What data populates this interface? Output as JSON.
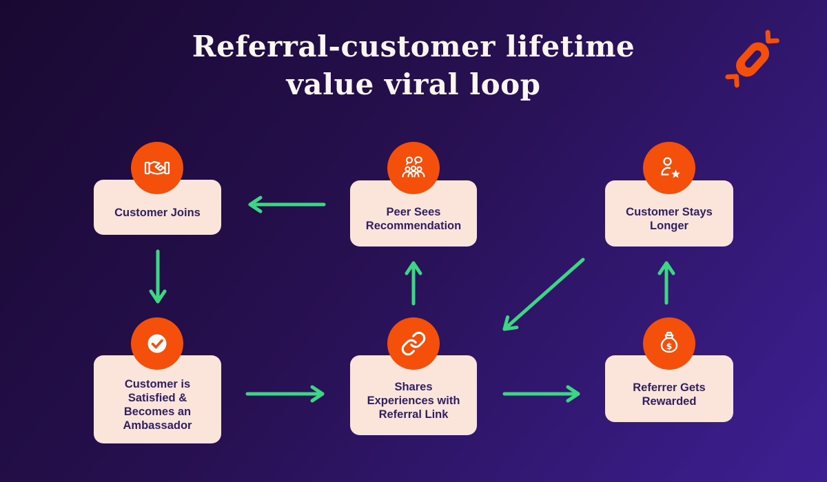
{
  "title": {
    "line1": "Referral-customer lifetime",
    "line2": "value viral loop"
  },
  "brand": {
    "icon": "candy-icon"
  },
  "nodes": [
    {
      "id": "customer-joins",
      "label": "Customer Joins",
      "icon": "handshake-icon"
    },
    {
      "id": "peer-sees-recommendation",
      "label": "Peer Sees Recommendation",
      "icon": "people-chat-icon"
    },
    {
      "id": "customer-stays-longer",
      "label": "Customer Stays Longer",
      "icon": "person-star-icon"
    },
    {
      "id": "customer-satisfied-ambassador",
      "label": "Customer is Satisfied & Becomes an Ambassador",
      "icon": "check-circle-icon"
    },
    {
      "id": "shares-experiences",
      "label": "Shares Experiences with Referral Link",
      "icon": "link-icon"
    },
    {
      "id": "referrer-gets-rewarded",
      "label": "Referrer Gets Rewarded",
      "icon": "money-bag-icon"
    }
  ],
  "edges": [
    {
      "from": "peer-sees-recommendation",
      "to": "customer-joins"
    },
    {
      "from": "customer-joins",
      "to": "customer-satisfied-ambassador"
    },
    {
      "from": "customer-satisfied-ambassador",
      "to": "shares-experiences"
    },
    {
      "from": "shares-experiences",
      "to": "peer-sees-recommendation"
    },
    {
      "from": "customer-stays-longer",
      "to": "shares-experiences"
    },
    {
      "from": "shares-experiences",
      "to": "referrer-gets-rewarded"
    },
    {
      "from": "referrer-gets-rewarded",
      "to": "customer-stays-longer"
    }
  ],
  "colors": {
    "background_dark": "#190931",
    "background_bright": "#3e1f93",
    "accent_orange": "#f4500c",
    "card_cream": "#fbe4d9",
    "card_text": "#312060",
    "arrow_green": "#3dd685",
    "title_text": "#fbf7f0"
  }
}
